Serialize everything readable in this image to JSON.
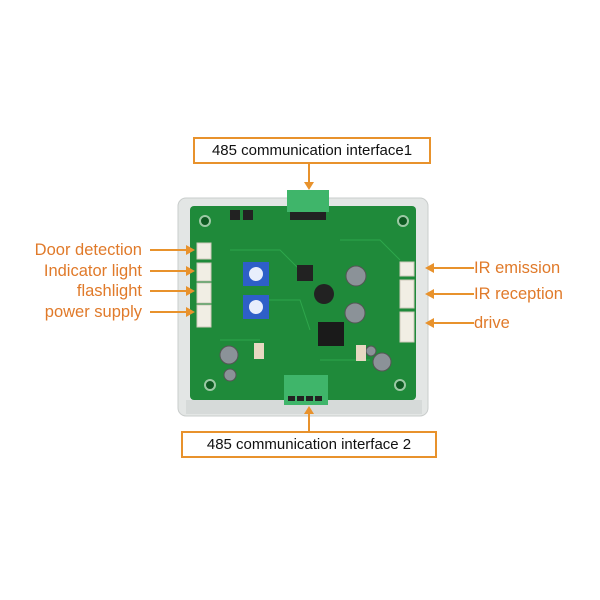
{
  "callouts": {
    "top": "485 communication interface1",
    "bottom": "485 communication interface 2",
    "left": [
      "Door detection",
      "Indicator light",
      "flashlight",
      "power supply"
    ],
    "right": [
      "IR emission",
      "IR reception",
      "drive"
    ]
  },
  "colors": {
    "accent": "#e8922c",
    "label": "#e07a2a",
    "pcb": "#1f8a3a",
    "terminal": "#3fb56a",
    "dip_switch": "#2e5fc8"
  }
}
